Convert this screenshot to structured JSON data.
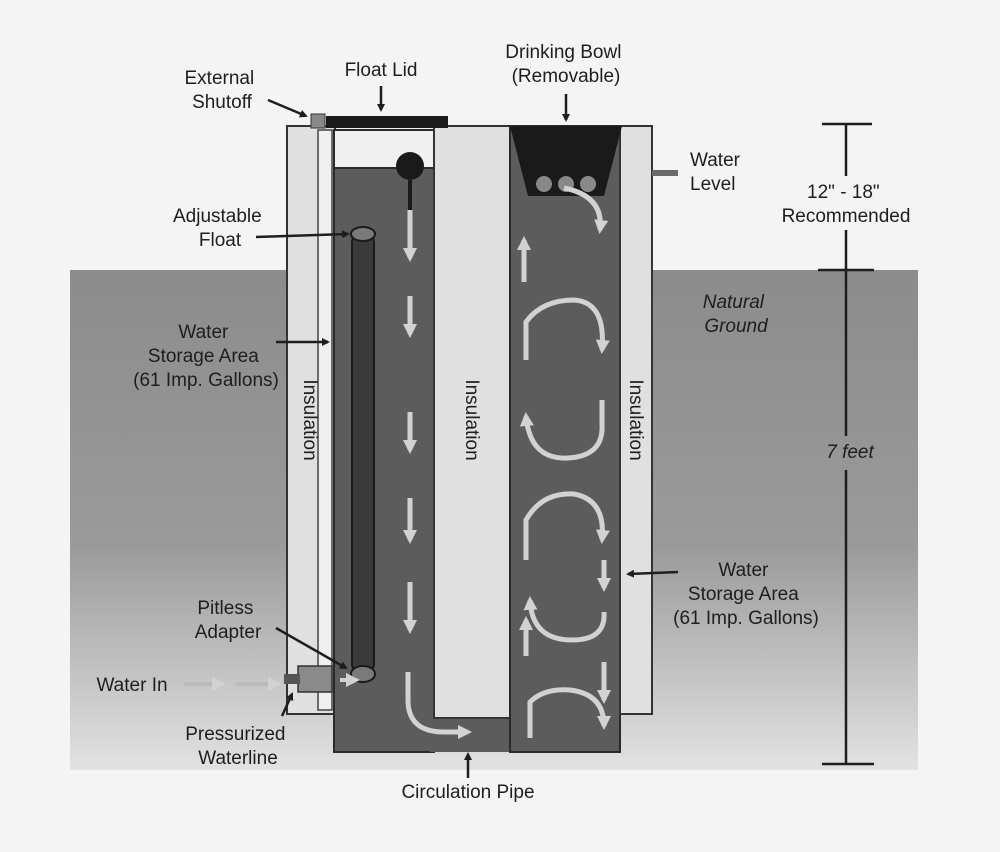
{
  "labels": {
    "external_shutoff": [
      "External",
      "Shutoff"
    ],
    "float_lid": "Float Lid",
    "drinking_bowl": [
      "Drinking Bowl",
      "(Removable)"
    ],
    "water_level": [
      "Water",
      "Level"
    ],
    "recommended": [
      "12\" - 18\"",
      "Recommended"
    ],
    "adjustable_float": [
      "Adjustable",
      "Float"
    ],
    "natural_ground": [
      "Natural",
      "Ground"
    ],
    "water_storage_left": [
      "Water",
      "Storage Area",
      "(61 Imp. Gallons)"
    ],
    "insulation": "Insulation",
    "seven_feet": "7 feet",
    "water_storage_right": [
      "Water",
      "Storage Area",
      "(61 Imp. Gallons)"
    ],
    "pitless_adapter": [
      "Pitless",
      "Adapter"
    ],
    "water_in": "Water In",
    "pressurized_waterline": [
      "Pressurized",
      "Waterline"
    ],
    "circulation_pipe": "Circulation Pipe"
  },
  "colors": {
    "ground": "#8a8a8a",
    "water": "#5a5a5a",
    "insulation": "#dedede",
    "paper": "#f4f4f4",
    "arrow": "#cfcfcf",
    "ink": "#1e1e1e"
  }
}
